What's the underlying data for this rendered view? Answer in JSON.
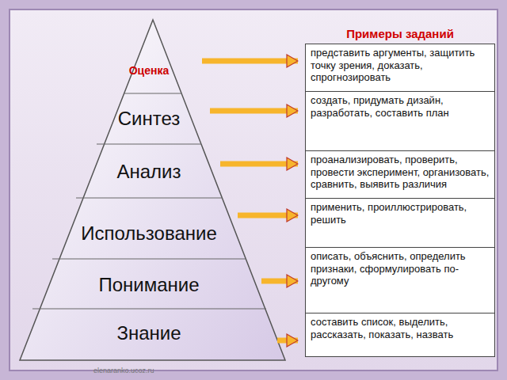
{
  "diagram": {
    "title": "Примеры заданий",
    "nodes": [
      {
        "text": [
          "Оценка"
        ]
      },
      {
        "text": [
          "Синтез"
        ]
      },
      {
        "text": [
          "Анализ"
        ]
      },
      {
        "text": [
          "Использование"
        ]
      },
      {
        "text": [
          "Понимание"
        ]
      },
      {
        "text": [
          "Знание"
        ]
      },
      {
        "text": [
          "представить аргументы, защитить точку зрения, доказать, спрогнозировать"
        ]
      },
      {
        "text": [
          "создать, придумать дизайн, разработать, составить план"
        ]
      },
      {
        "text": [
          "проанализировать, проверить, провести эксперимент, организовать, сравнить, выявить различия"
        ]
      },
      {
        "text": [
          "применить, проиллюстрировать, решить"
        ]
      },
      {
        "text": [
          "описать, объяснить, определить признаки, сформулировать по-другому"
        ]
      },
      {
        "text": [
          "составить список, выделить, рассказать, показать, назвать"
        ]
      }
    ],
    "edges": [
      {
        "from": 0,
        "to": 6,
        "arrow": "to"
      },
      {
        "from": 1,
        "to": 7,
        "arrow": "to"
      },
      {
        "from": 2,
        "to": 8,
        "arrow": "to"
      },
      {
        "from": 3,
        "to": 9,
        "arrow": "to"
      },
      {
        "from": 4,
        "to": 10,
        "arrow": "to"
      },
      {
        "from": 5,
        "to": 11,
        "arrow": "to"
      }
    ],
    "labels": [
      "elenaranko.ucoz.ru"
    ]
  }
}
